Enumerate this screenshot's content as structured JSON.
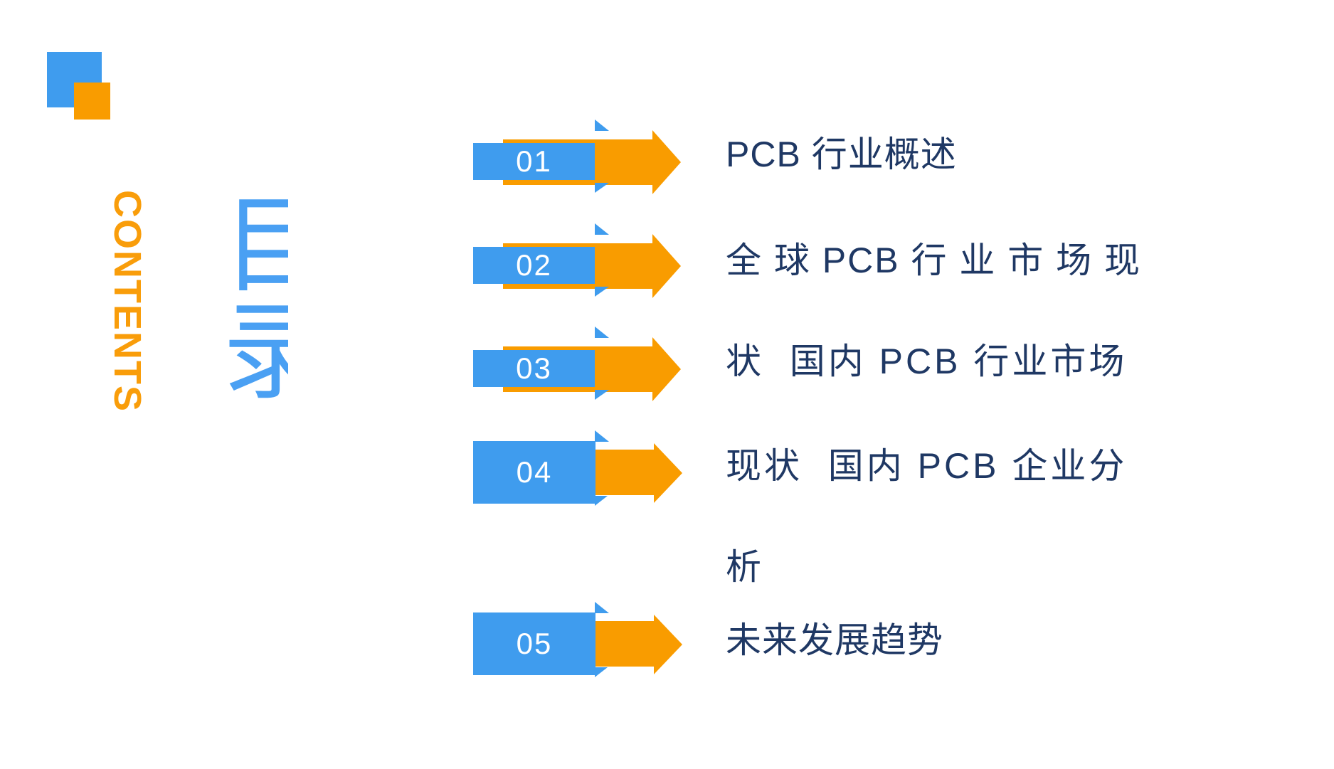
{
  "slide": {
    "contents_label": "CONTENTS",
    "vertical_title": "目录",
    "colors": {
      "blue": "#3F9CEE",
      "orange": "#F99C00",
      "navy_text": "#1F3864",
      "title_blue": "#4AA0F3",
      "contents_orange": "#F99D0A",
      "number_text": "#FFFFFF",
      "background": "#FFFFFF"
    },
    "toc_items": [
      {
        "number": "01",
        "title": "PCB 行业概述"
      },
      {
        "number": "02",
        "title": "全球 PCB 行业市场现状"
      },
      {
        "number": "03",
        "title": "国内 PCB 行业市场现状"
      },
      {
        "number": "04",
        "title": "国内 PCB 企业分析"
      },
      {
        "number": "05",
        "title": "未来发展趋势"
      }
    ],
    "text_lines": [
      "PCB 行业概述",
      "全 球 PCB 行 业 市 场 现",
      "状  国内 PCB 行业市场",
      "现状  国内 PCB 企业分",
      "析",
      "未来发展趋势"
    ]
  }
}
